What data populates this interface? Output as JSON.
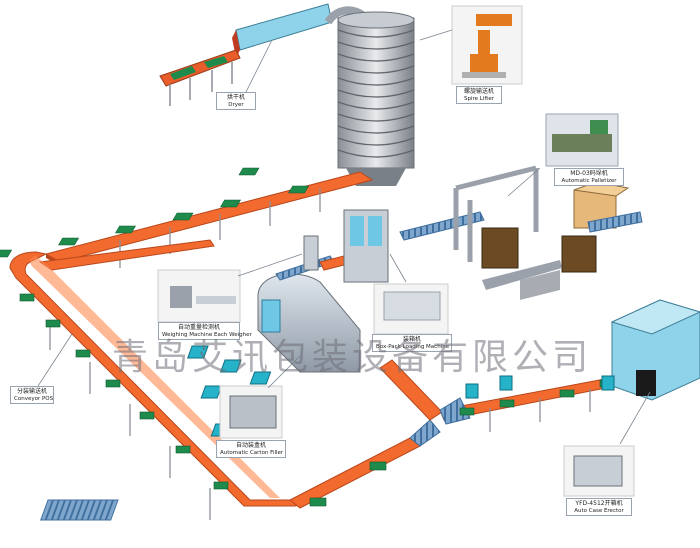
{
  "watermark": "青岛艾讯包装设备有限公司",
  "labels": {
    "dryer": {
      "cn": "烘干机",
      "en": "Dryer"
    },
    "spire_lifter": {
      "cn": "螺旋输送机",
      "en": "Spire Lifter"
    },
    "palletizer": {
      "cn": "MD-03码垛机",
      "en": "Automatic Palletizer"
    },
    "weigher": {
      "cn": "自动重量检测机",
      "en": "Weighing Machine Each Weigher"
    },
    "case_loading": {
      "cn": "装箱机",
      "en": "Box-Pack Loading Machine"
    },
    "conveyor": {
      "cn": "分装输送机",
      "en": "Conveyor POS"
    },
    "carton_filler": {
      "cn": "自动装盒机",
      "en": "Automatic Carton Filler"
    },
    "case_erector": {
      "cn": "YFD-4512开箱机",
      "en": "Auto Case Erector"
    }
  },
  "colors": {
    "conveyor": "#f26a2e",
    "conveyor_edge": "#b9471b",
    "roller": "#5a8ab8",
    "tray": "#1e8a4c",
    "machine_cyan": "#7ec8e3",
    "frame_gray": "#9aa1ab"
  }
}
